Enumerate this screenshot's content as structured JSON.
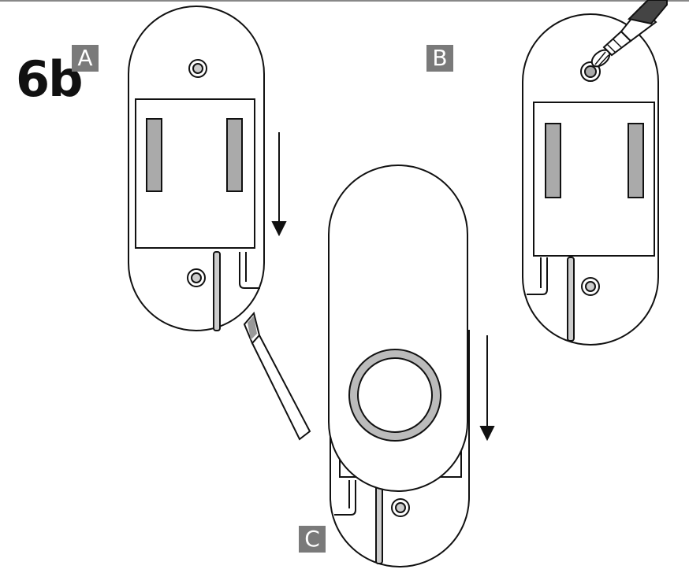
{
  "figure": {
    "step_label": "6b",
    "panels": {
      "a": {
        "label": "A"
      },
      "b": {
        "label": "B"
      },
      "c": {
        "label": "C"
      }
    },
    "colors": {
      "outline": "#111111",
      "slot_fill": "#aaaaaa",
      "tag_fill": "#7a7a7a",
      "button_ring": "#bbbbbb"
    },
    "icons": [
      "flat-screwdriver-icon",
      "phillips-screwdriver-icon",
      "screw-icon",
      "down-arrow-icon"
    ]
  }
}
